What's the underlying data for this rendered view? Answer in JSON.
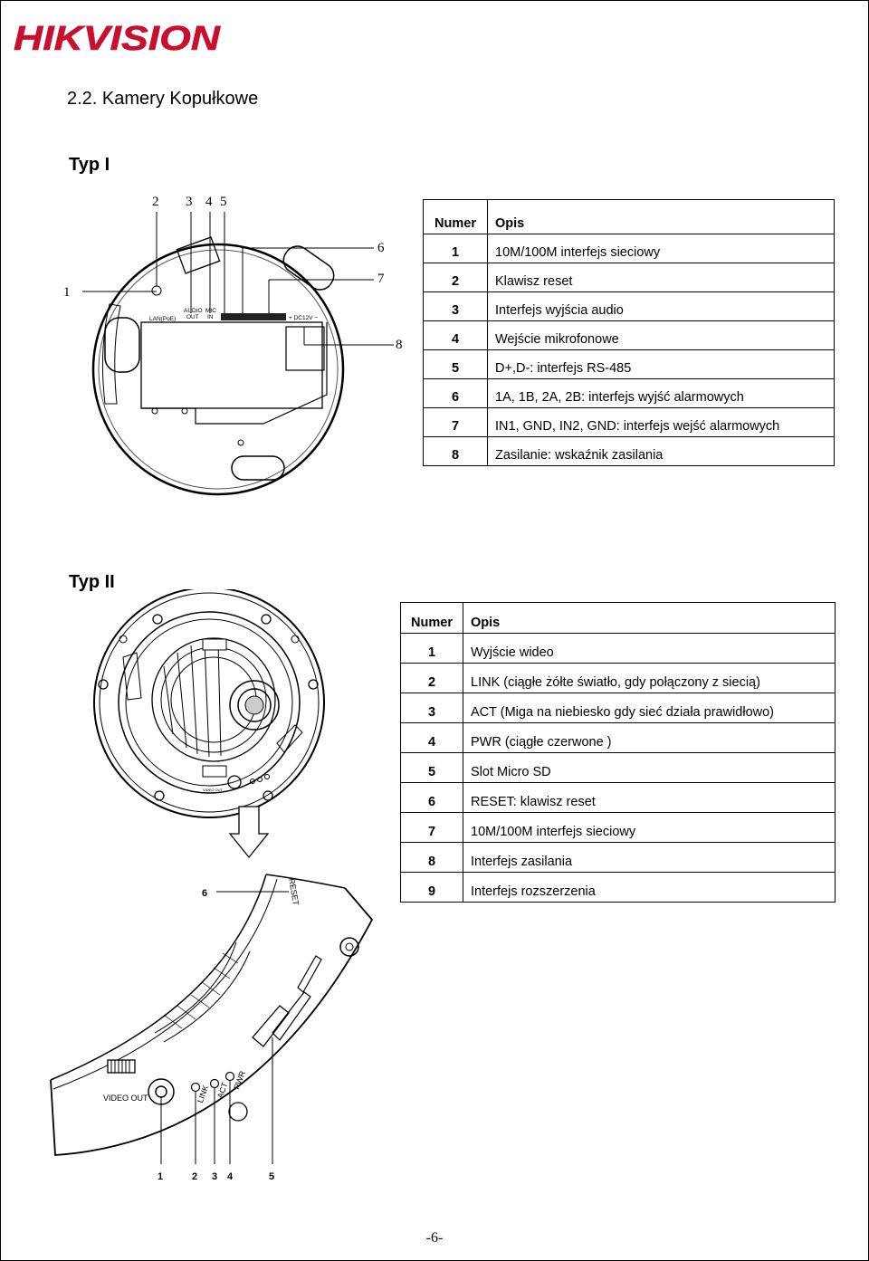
{
  "header": {
    "brand": "HIKVISION",
    "brand_color": "#c8102e"
  },
  "section_title": "2.2. Kamery Kopułkowe",
  "typ1": {
    "title": "Typ I",
    "table": {
      "col_num": "Numer",
      "col_desc": "Opis",
      "rows": [
        {
          "num": "1",
          "desc": "10M/100M interfejs sieciowy"
        },
        {
          "num": "2",
          "desc": "Klawisz reset"
        },
        {
          "num": "3",
          "desc": "Interfejs wyjścia audio"
        },
        {
          "num": "4",
          "desc": "Wejście mikrofonowe"
        },
        {
          "num": "5",
          "desc": "D+,D-: interfejs RS-485"
        },
        {
          "num": "6",
          "desc": "1A, 1B, 2A, 2B: interfejs wyjść alarmowych"
        },
        {
          "num": "7",
          "desc": "IN1, GND, IN2, GND: interfejs wejść alarmowych"
        },
        {
          "num": "8",
          "desc": "Zasilanie: wskaźnik zasilania"
        }
      ]
    },
    "diagram": {
      "callouts": [
        "1",
        "2",
        "3",
        "4",
        "5",
        "6",
        "7",
        "8"
      ],
      "labels": {
        "lan": "LAN(PoE)",
        "audio_out_1": "AUDIO",
        "audio_out_2": "OUT",
        "mic_in_1": "MIC",
        "mic_in_2": "IN",
        "dc": "+ DC12V −"
      }
    }
  },
  "typ2": {
    "title": "Typ II",
    "table": {
      "col_num": "Numer",
      "col_desc": "Opis",
      "rows": [
        {
          "num": "1",
          "desc": "Wyjście wideo"
        },
        {
          "num": "2",
          "desc": "LINK (ciągłe żółte światło, gdy połączony z siecią)"
        },
        {
          "num": "3",
          "desc": "ACT (Miga na niebiesko gdy sieć działa prawidłowo)"
        },
        {
          "num": "4",
          "desc": "PWR (ciągłe czerwone )"
        },
        {
          "num": "5",
          "desc": "Slot Micro SD"
        },
        {
          "num": "6",
          "desc": "RESET: klawisz reset"
        },
        {
          "num": "7",
          "desc": "10M/100M interfejs sieciowy"
        },
        {
          "num": "8",
          "desc": "Interfejs zasilania"
        },
        {
          "num": "9",
          "desc": "Interfejs rozszerzenia"
        }
      ]
    },
    "diagram": {
      "callouts": [
        "1",
        "2",
        "3",
        "4",
        "5",
        "6"
      ],
      "labels": {
        "video_out": "VIDEO OUT",
        "link": "LINK",
        "act": "ACT",
        "pwr": "PWR",
        "reset": "RESET",
        "small_video": "VIDEO OUT"
      }
    }
  },
  "page_number": "-6-"
}
